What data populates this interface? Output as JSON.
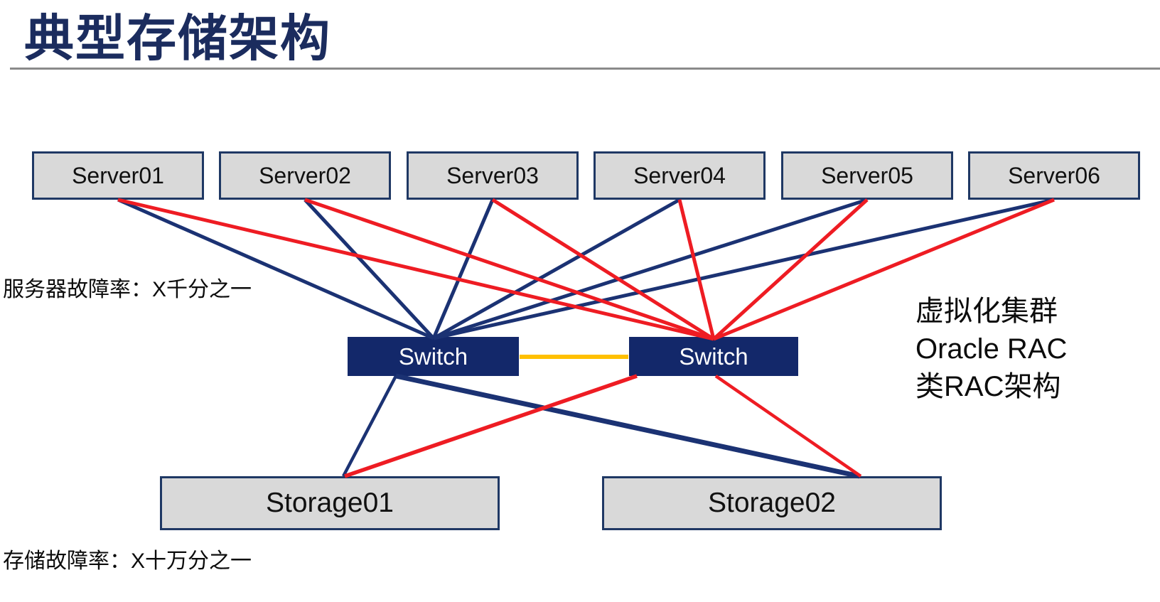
{
  "slide": {
    "title": "典型存储架构",
    "annotations": {
      "server_failure_rate": "服务器故障率：X千分之一",
      "storage_failure_rate": "存储故障率：X十万分之一",
      "cluster_note_lines": [
        "虚拟化集群",
        "Oracle RAC",
        "类RAC架构"
      ]
    }
  },
  "diagram": {
    "servers": [
      "Server01",
      "Server02",
      "Server03",
      "Server04",
      "Server05",
      "Server06"
    ],
    "switches": [
      "Switch",
      "Switch"
    ],
    "storages": [
      "Storage01",
      "Storage02"
    ],
    "links": {
      "blue_paths": "every server to left switch; left switch to both storages",
      "red_paths": "every server to right switch; right switch to both storages",
      "switch_interconnect": "orange link between the two switches"
    }
  },
  "colors": {
    "title_text": "#1b2c5e",
    "blue_line": "#1b3273",
    "red_line": "#ee1c23",
    "interconnect_orange": "#ffc000",
    "node_fill": "#d9d9d9",
    "node_border": "#1f3864",
    "switch_fill": "#13286a",
    "divider_gray": "#8a8a8a"
  }
}
